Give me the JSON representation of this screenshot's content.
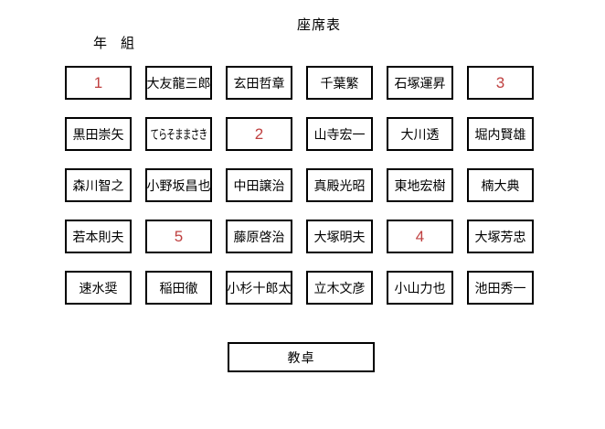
{
  "page": {
    "title": "座席表",
    "class_label": "年　組"
  },
  "grid": {
    "rows": [
      {
        "seats": [
          {
            "label": "1",
            "type": "number"
          },
          {
            "label": "大友龍三郎",
            "type": "name"
          },
          {
            "label": "玄田哲章",
            "type": "name"
          },
          {
            "label": "千葉繁",
            "type": "name"
          },
          {
            "label": "石塚運昇",
            "type": "name"
          },
          {
            "label": "3",
            "type": "number"
          }
        ]
      },
      {
        "seats": [
          {
            "label": "黒田崇矢",
            "type": "name"
          },
          {
            "label": "てらそままさき",
            "type": "name",
            "fit": "compressed"
          },
          {
            "label": "2",
            "type": "number"
          },
          {
            "label": "山寺宏一",
            "type": "name"
          },
          {
            "label": "大川透",
            "type": "name"
          },
          {
            "label": "堀内賢雄",
            "type": "name"
          }
        ]
      },
      {
        "seats": [
          {
            "label": "森川智之",
            "type": "name"
          },
          {
            "label": "小野坂昌也",
            "type": "name"
          },
          {
            "label": "中田譲治",
            "type": "name"
          },
          {
            "label": "真殿光昭",
            "type": "name"
          },
          {
            "label": "東地宏樹",
            "type": "name"
          },
          {
            "label": "楠大典",
            "type": "name"
          }
        ]
      },
      {
        "seats": [
          {
            "label": "若本則夫",
            "type": "name"
          },
          {
            "label": "5",
            "type": "number"
          },
          {
            "label": "藤原啓治",
            "type": "name"
          },
          {
            "label": "大塚明夫",
            "type": "name"
          },
          {
            "label": "4",
            "type": "number"
          },
          {
            "label": "大塚芳忠",
            "type": "name"
          }
        ]
      },
      {
        "seats": [
          {
            "label": "速水奨",
            "type": "name"
          },
          {
            "label": "稲田徹",
            "type": "name"
          },
          {
            "label": "小杉十郎太",
            "type": "name"
          },
          {
            "label": "立木文彦",
            "type": "name"
          },
          {
            "label": "小山力也",
            "type": "name"
          },
          {
            "label": "池田秀一",
            "type": "name"
          }
        ]
      }
    ]
  },
  "teacher_desk": {
    "label": "教卓"
  },
  "colors": {
    "number_red": "#bf4040",
    "border": "#000000",
    "text": "#000000",
    "background": "#ffffff"
  }
}
